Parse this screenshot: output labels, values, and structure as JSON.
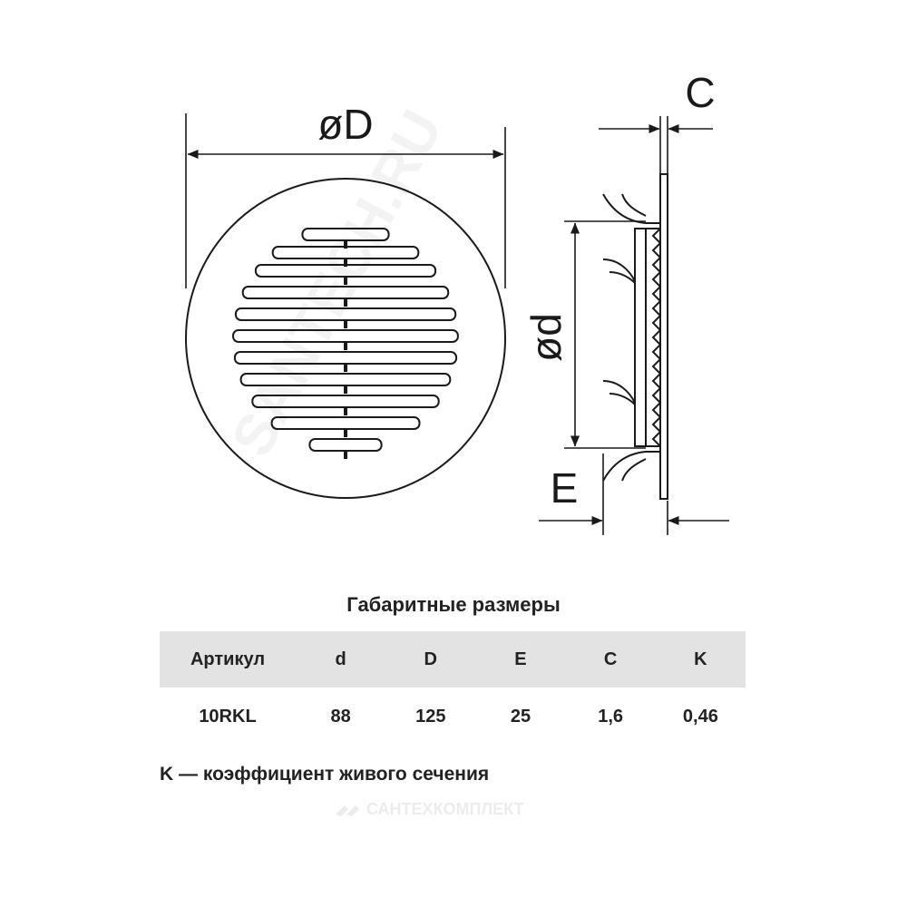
{
  "labels": {
    "outer_diameter": "øD",
    "inner_diameter": "ød",
    "thickness": "C",
    "depth": "E"
  },
  "section_title": "Габаритные размеры",
  "table": {
    "headers": [
      "Артикул",
      "d",
      "D",
      "E",
      "C",
      "K"
    ],
    "rows": [
      [
        "10RKL",
        "88",
        "125",
        "25",
        "1,6",
        "0,46"
      ]
    ]
  },
  "footnote": "K — коэффициент живого сечения",
  "watermarks": {
    "diagonal": "SANTECH.RU",
    "brand": "САНТЕХКОМПЛЕКТ"
  },
  "colors": {
    "line": "#1a1a1a",
    "header_bg": "#e3e3e3"
  }
}
